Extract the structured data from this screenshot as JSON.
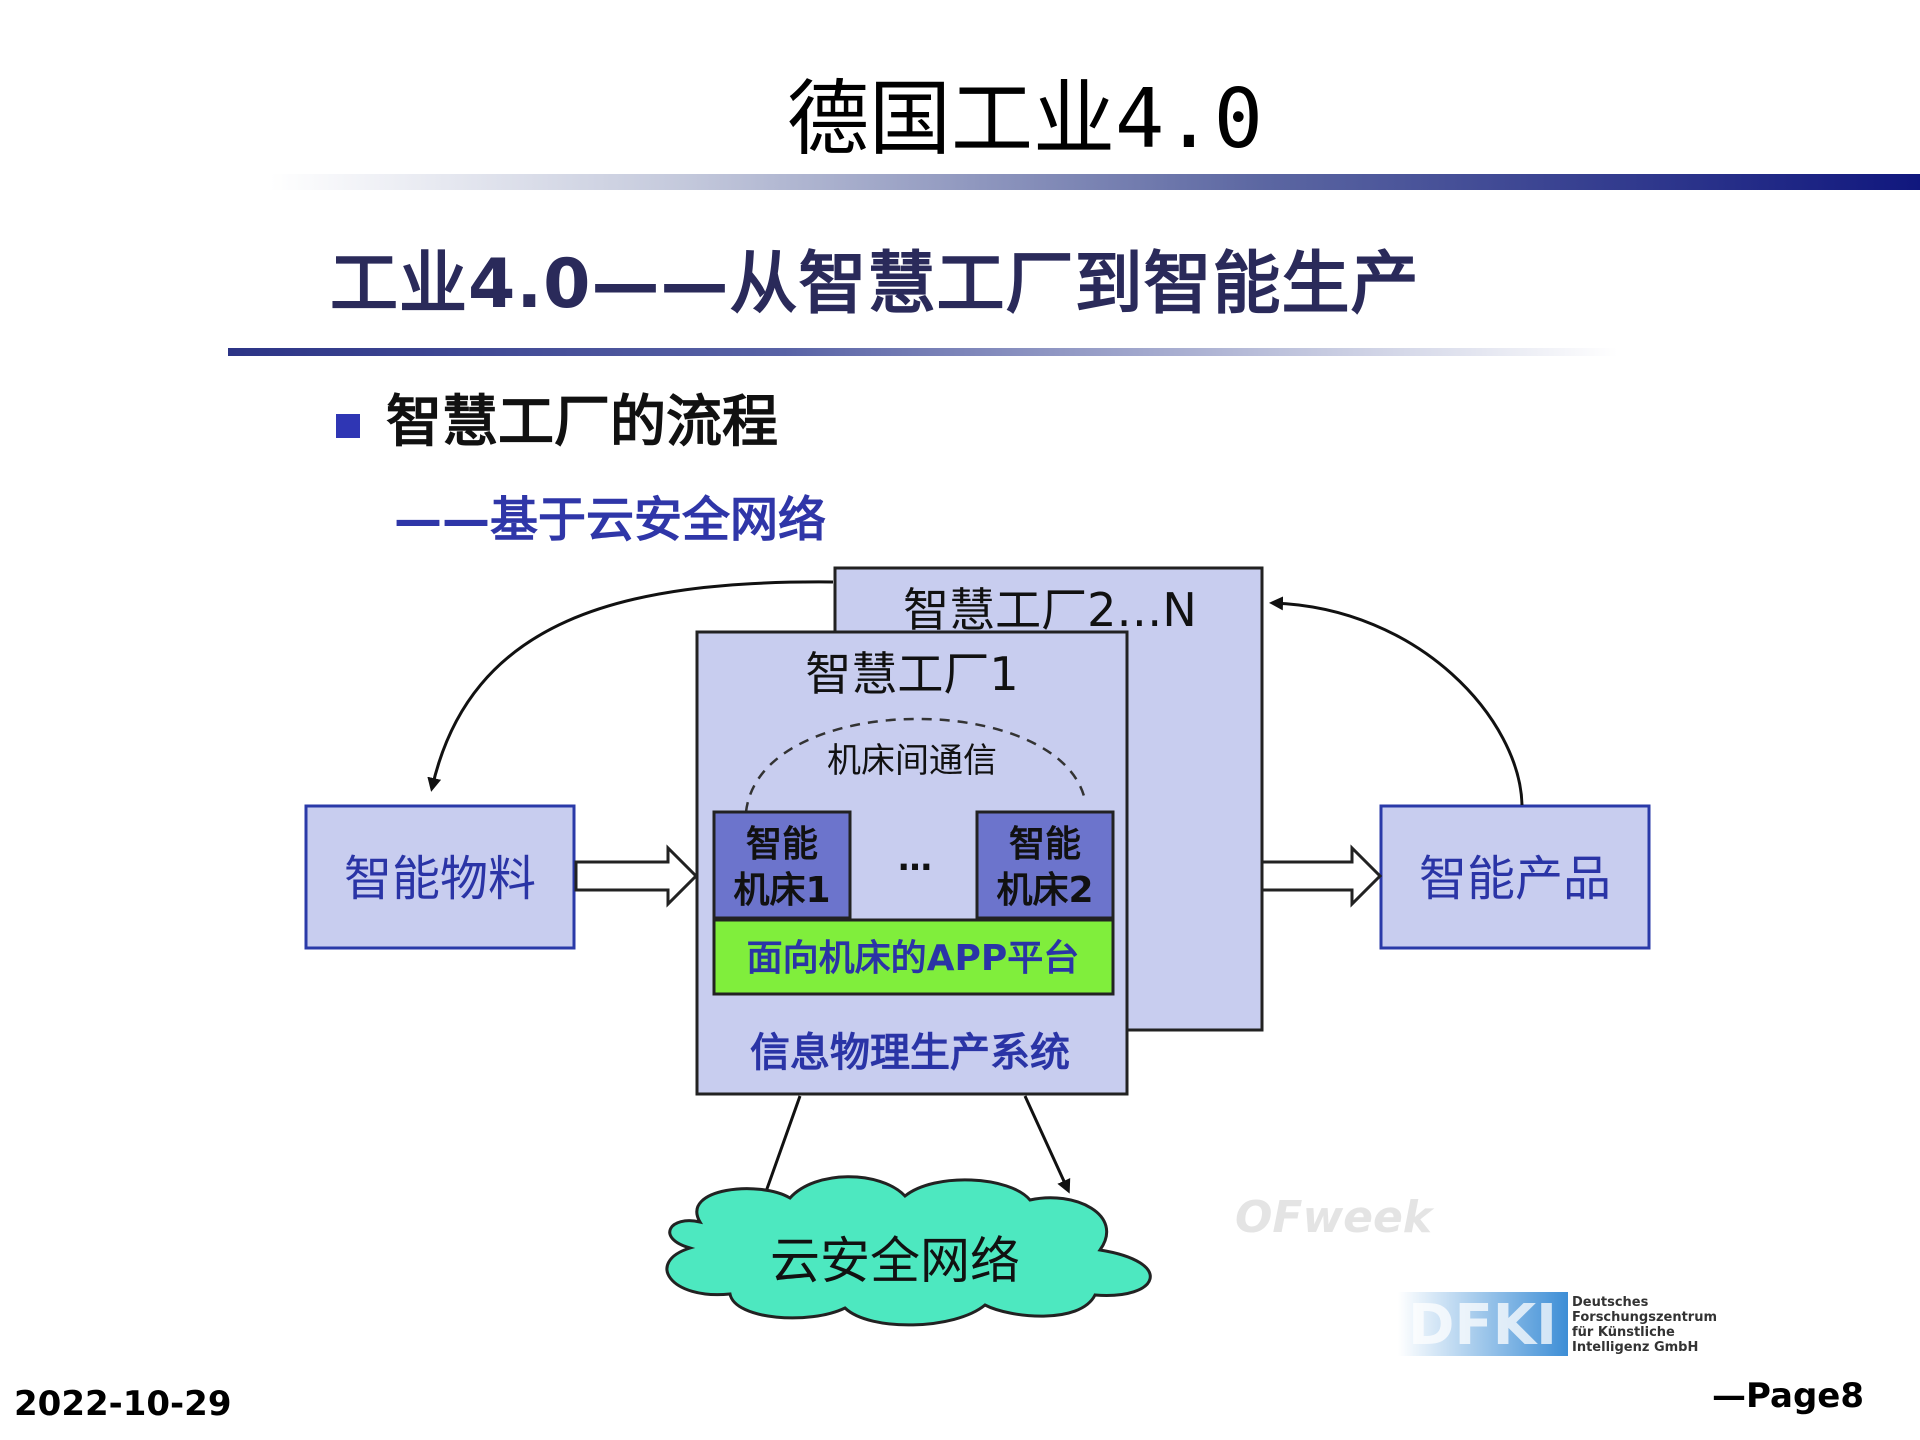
{
  "slide": {
    "title": "德国工业4.0",
    "subtitle": "工业4.0——从智慧工厂到智能生产",
    "bullet": "智慧工厂的流程",
    "bullet_sub": "——基于云安全网络"
  },
  "diagram": {
    "factory_back": "智慧工厂2…N",
    "factory_front": "智慧工厂1",
    "machine_comm": "机床间通信",
    "machine1": [
      "智能",
      "机床1"
    ],
    "machine2": [
      "智能",
      "机床2"
    ],
    "ellipsis": "…",
    "app_platform": "面向机床的APP平台",
    "cps": "信息物理生产系统",
    "material": "智能物料",
    "product": "智能产品",
    "cloud": "云安全网络",
    "dfki_text": [
      "Deutsches",
      "Forschungszentrum",
      "für Künstliche",
      "Intelligenz GmbH"
    ],
    "dfki_logo_letters": "DFKI",
    "watermark": "OFweek",
    "colors": {
      "box_fill": "#c8cdef",
      "box_border": "#2a3aa8",
      "machine_fill": "#6c74cc",
      "app_fill": "#80ee3c",
      "cloud_fill": "#4de8c0",
      "text_blue": "#2a34a6"
    }
  },
  "footer": {
    "date": "2022-10-29",
    "page": "—Page8"
  }
}
